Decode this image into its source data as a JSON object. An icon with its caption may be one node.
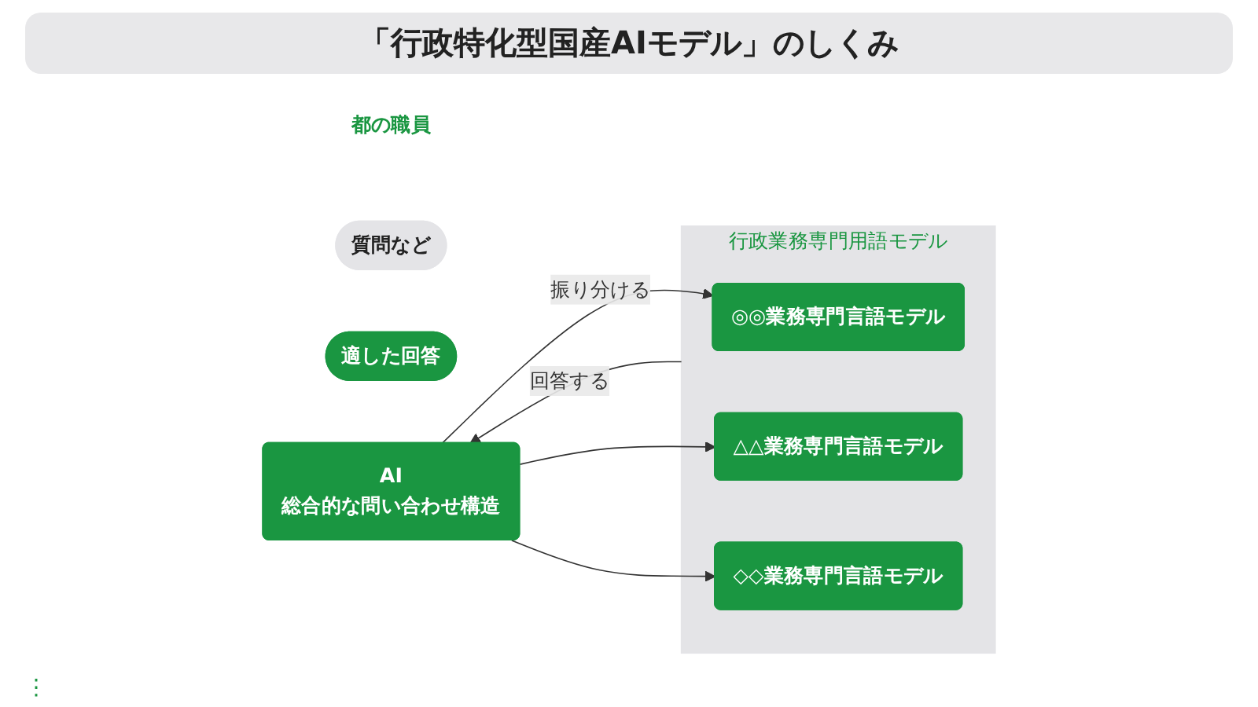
{
  "diagram": {
    "title": "「行政特化型国産AIモデル」のしくみ",
    "nodes": [
      {
        "text": [
          "都の職員"
        ]
      },
      {
        "text": [
          "質問など"
        ]
      },
      {
        "text": [
          "適した回答"
        ]
      },
      {
        "text": [
          "AI",
          "総合的な問い合わせ構造"
        ]
      },
      {
        "text": [
          "行政業務専門用語モデル"
        ]
      },
      {
        "text": [
          "◎◎業務専門言語モデル"
        ],
        "in": 4
      },
      {
        "text": [
          "△△業務専門言語モデル"
        ],
        "in": 4
      },
      {
        "text": [
          "◇◇業務専門言語モデル"
        ],
        "in": 4
      }
    ],
    "edges": [
      {
        "from": 3,
        "to": 5,
        "arrow": "to",
        "label": "振り分ける"
      },
      {
        "from": 3,
        "to": 6,
        "arrow": "to"
      },
      {
        "from": 3,
        "to": 7,
        "arrow": "to"
      },
      {
        "from": 4,
        "to": 3,
        "arrow": "to",
        "label": "回答する"
      }
    ],
    "labels": [
      "⋮"
    ]
  }
}
